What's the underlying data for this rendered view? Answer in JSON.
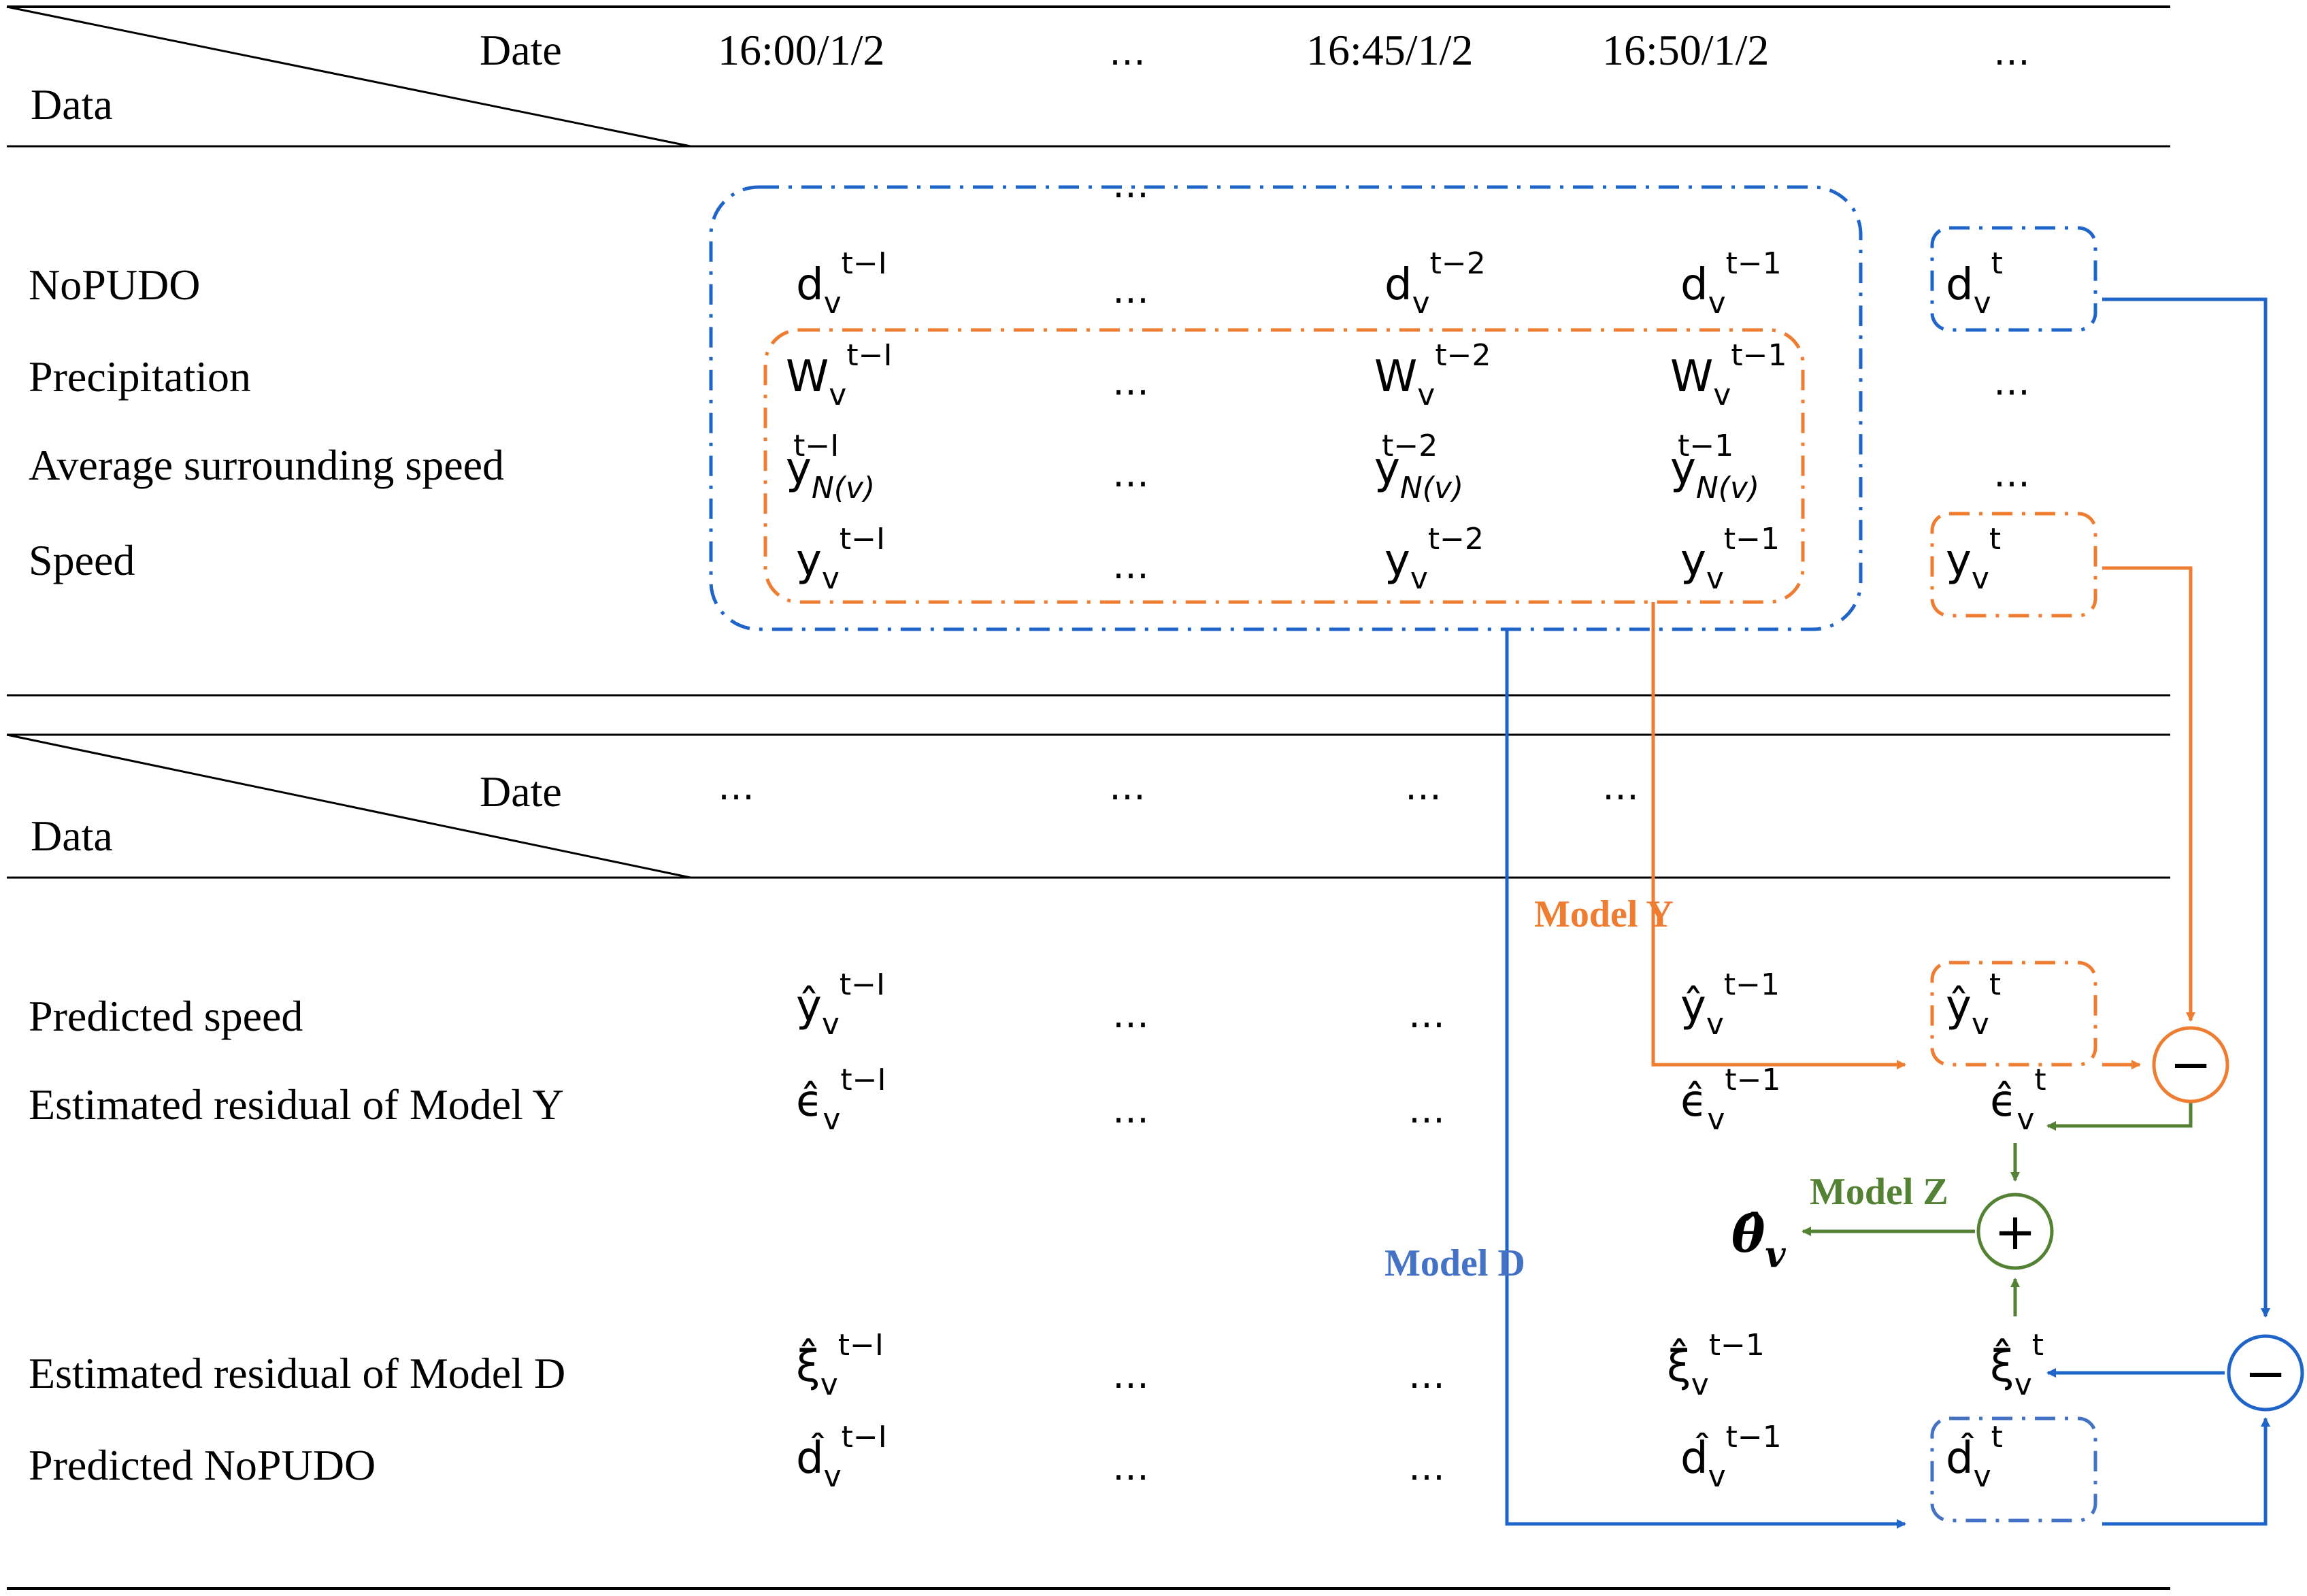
{
  "colors": {
    "blue": "#1f64c8",
    "orange": "#ee7d31",
    "green": "#548235",
    "model_d_text": "#4472c4"
  },
  "top_table": {
    "header": {
      "date_label": "Date",
      "data_label": "Data",
      "columns": [
        "16:00/1/2",
        "…",
        "16:45/1/2",
        "16:50/1/2",
        "…"
      ],
      "dots_above": "…"
    },
    "rows": [
      {
        "label": "NoPUDO",
        "base": "d",
        "sub": "v",
        "cells": [
          "t−I",
          "…",
          "t−2",
          "t−1"
        ],
        "future_base": "d",
        "future_sup": "t"
      },
      {
        "label": "Precipitation",
        "base": "W",
        "sub": "v",
        "cells": [
          "t−I",
          "…",
          "t−2",
          "t−1"
        ],
        "future_text": "…"
      },
      {
        "label": "Average surrounding speed",
        "base": "y",
        "sub": "N(v)",
        "cells": [
          "t−I",
          "…",
          "t−2",
          "t−1"
        ],
        "future_text": "…"
      },
      {
        "label": "Speed",
        "base": "y",
        "sub": "v",
        "cells": [
          "t−I",
          "…",
          "t−2",
          "t−1"
        ],
        "future_base": "y",
        "future_sup": "t"
      }
    ]
  },
  "bottom_table": {
    "header": {
      "date_label": "Date",
      "data_label": "Data",
      "columns": [
        "…",
        "…",
        "…",
        "…"
      ]
    },
    "rows": [
      {
        "label": "Predicted speed",
        "base": "ŷ",
        "sub": "v",
        "cells": [
          "t−I",
          "…",
          "…",
          "t−1"
        ],
        "future_sup": "t"
      },
      {
        "label": "Estimated residual of Model Y",
        "base": "ϵ̂",
        "sub": "v",
        "cells": [
          "t−I",
          "…",
          "…",
          "t−1"
        ],
        "future_sup": "t"
      },
      {
        "label": "Estimated residual of Model D",
        "base": "ξ̂",
        "sub": "v",
        "cells": [
          "t−I",
          "…",
          "…",
          "t−1"
        ],
        "future_sup": "t"
      },
      {
        "label": "Predicted NoPUDO",
        "base": "d̂",
        "sub": "v",
        "cells": [
          "t−I",
          "…",
          "…",
          "t−1"
        ],
        "future_sup": "t"
      }
    ]
  },
  "models": {
    "model_y": "Model Y",
    "model_d": "Model D",
    "model_z": "Model Z"
  },
  "output": {
    "theta": "θ̂",
    "theta_sub": "v"
  },
  "operators": {
    "minus": "−",
    "plus": "+"
  }
}
